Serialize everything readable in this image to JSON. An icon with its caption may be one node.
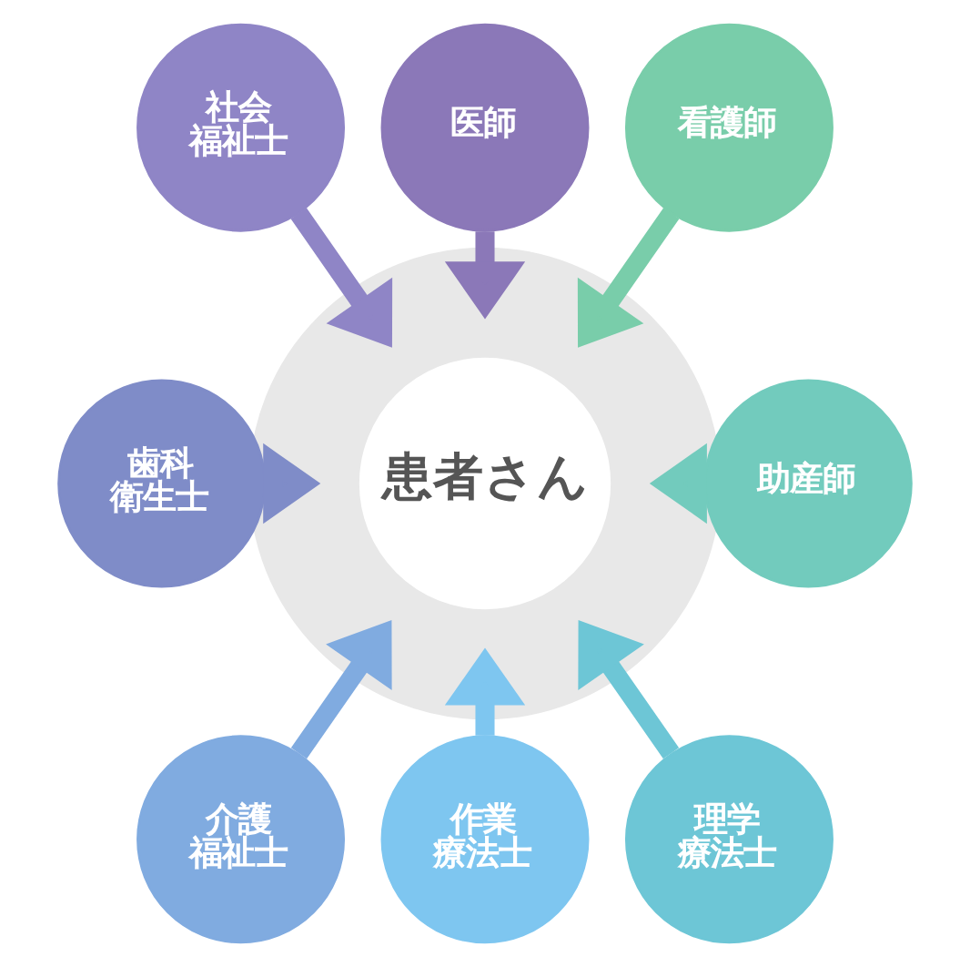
{
  "diagram": {
    "nodes": [
      {
        "text": [
          "患者さん"
        ]
      },
      {
        "text": [
          "医師"
        ]
      },
      {
        "text": [
          "看護師"
        ]
      },
      {
        "text": [
          "助産師"
        ]
      },
      {
        "text": [
          "理学療法士"
        ]
      },
      {
        "text": [
          "作業療法士"
        ]
      },
      {
        "text": [
          "介護福祉士"
        ]
      },
      {
        "text": [
          "歯科衛生士"
        ]
      },
      {
        "text": [
          "社会福祉士"
        ]
      }
    ],
    "edges": [
      {
        "from": 1,
        "to": 0,
        "arrow": "to",
        "color": "#8b78b8"
      },
      {
        "from": 2,
        "to": 0,
        "arrow": "to",
        "color": "#79cdaa"
      },
      {
        "from": 3,
        "to": 0,
        "arrow": "to",
        "color": "#72cbbd"
      },
      {
        "from": 4,
        "to": 0,
        "arrow": "to",
        "color": "#6dc6d6"
      },
      {
        "from": 5,
        "to": 0,
        "arrow": "to",
        "color": "#7ec6f0"
      },
      {
        "from": 6,
        "to": 0,
        "arrow": "to",
        "color": "#80abe0"
      },
      {
        "from": 7,
        "to": 0,
        "arrow": "to",
        "color": "#7f8cc8"
      },
      {
        "from": 8,
        "to": 0,
        "arrow": "to",
        "color": "#8f85c6"
      }
    ]
  }
}
